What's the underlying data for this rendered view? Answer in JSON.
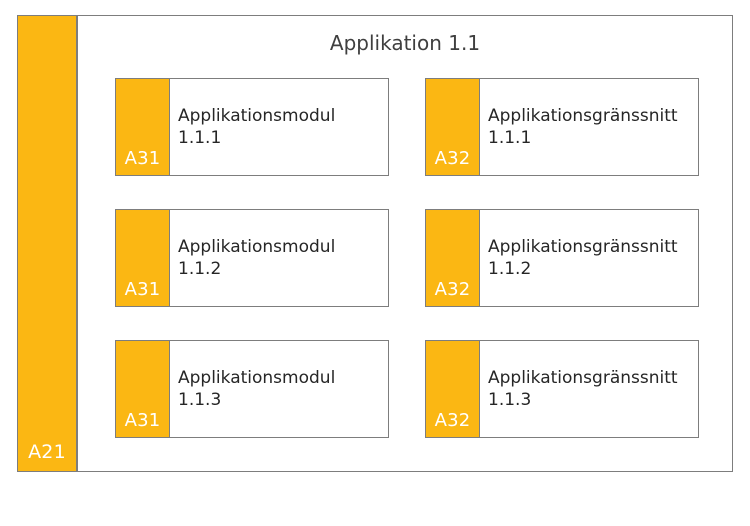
{
  "colors": {
    "accent_orange": "#FBB713",
    "border_gray": "#7d7d7d",
    "title_text": "#3f3f3f",
    "card_text": "#262626",
    "tab_label_text": "#ffffff",
    "panel_background": "#ffffff",
    "canvas_background": "#ffffff"
  },
  "layer_bar": {
    "label": "A21"
  },
  "app_panel": {
    "title": "Applikation 1.1"
  },
  "cards": [
    {
      "tab_label": "A31",
      "title": "Applikationsmodul",
      "subtitle": "1.1.1"
    },
    {
      "tab_label": "A32",
      "title": "Applikationsgränssnitt",
      "subtitle": "1.1.1"
    },
    {
      "tab_label": "A31",
      "title": "Applikationsmodul",
      "subtitle": "1.1.2"
    },
    {
      "tab_label": "A32",
      "title": "Applikationsgränssnitt",
      "subtitle": "1.1.2"
    },
    {
      "tab_label": "A31",
      "title": "Applikationsmodul",
      "subtitle": "1.1.3"
    },
    {
      "tab_label": "A32",
      "title": "Applikationsgränssnitt",
      "subtitle": "1.1.3"
    }
  ]
}
